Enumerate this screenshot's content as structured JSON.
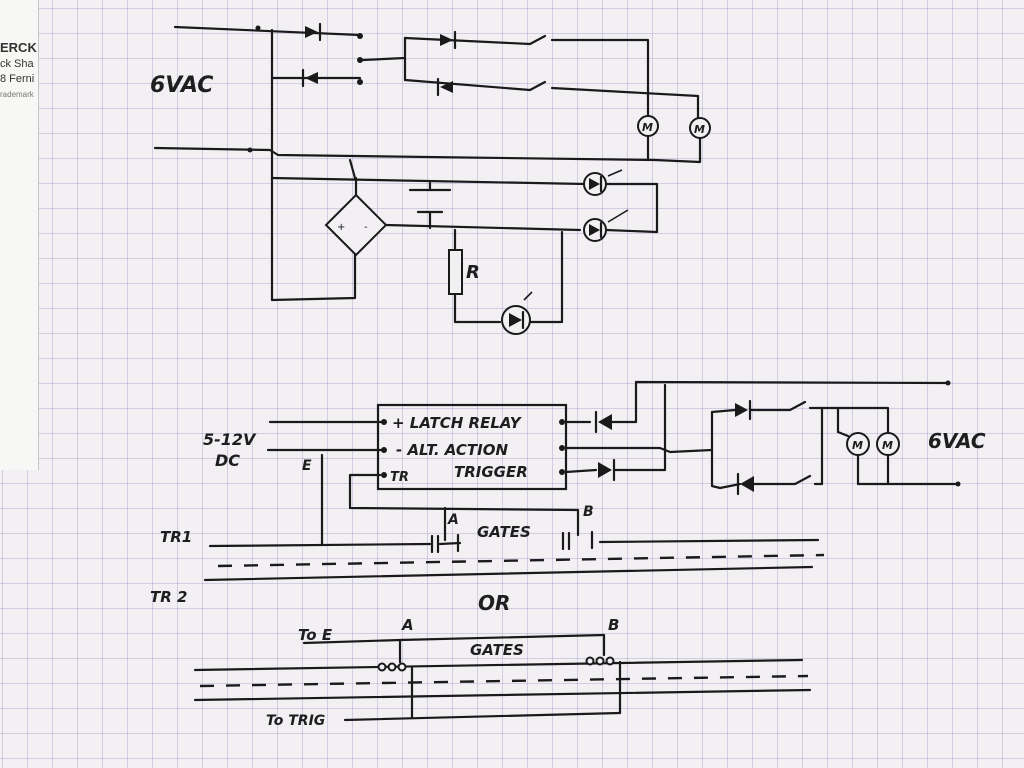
{
  "edge_strip": {
    "lines": [
      "ERCK",
      "ck Sha",
      "8 Ferni",
      "rademark"
    ]
  },
  "top_circuit": {
    "supply_label": "6VAC",
    "resistor_label": "R",
    "motor_label": "M"
  },
  "module": {
    "supply_label_line1": "5-12V",
    "supply_label_line2": "DC",
    "e_label": "E",
    "pin_latch": "+ LATCH RELAY",
    "pin_alt": "- ALT. ACTION",
    "pin_trigger": "TRIGGER",
    "pin_tr": "TR",
    "output_supply_label": "6VAC",
    "motor_label": "M"
  },
  "track_a": {
    "track1_label": "TR1",
    "track2_label": "TR 2",
    "gate_a": "A",
    "gate_b": "B",
    "gates_label": "GATES"
  },
  "separator": "OR",
  "track_b": {
    "to_e_label": "To E",
    "gate_a": "A",
    "gate_b": "B",
    "gates_label": "GATES",
    "to_trig_label": "To TRIG"
  }
}
